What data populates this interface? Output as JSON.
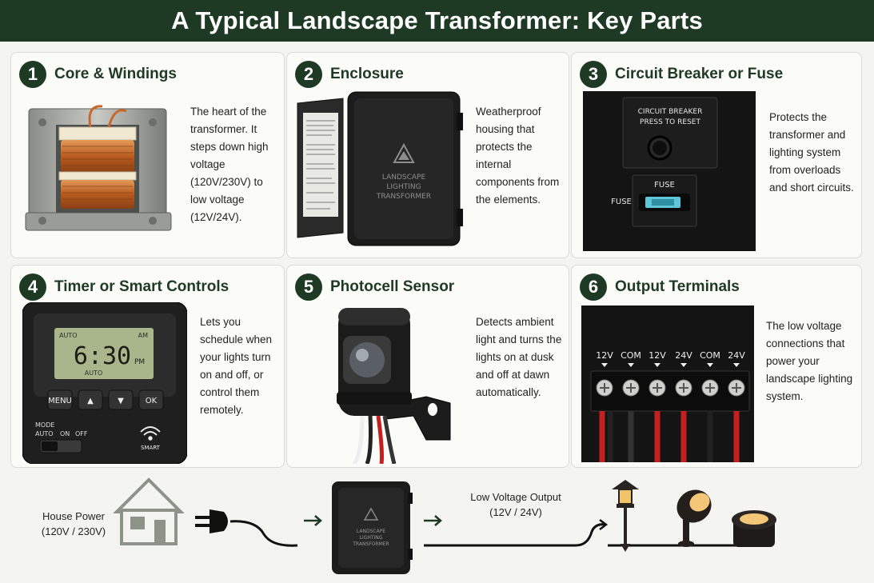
{
  "title": "A Typical Landscape Transformer: Key Parts",
  "colors": {
    "brand": "#1f3a24",
    "copper": "#c8692c",
    "black": "#1b1b1b",
    "red": "#c42020"
  },
  "cards": [
    {
      "number": "1",
      "title": "Core & Windings",
      "description": "The heart of the transformer. It steps down high voltage (120V/230V) to low voltage (12V/24V)."
    },
    {
      "number": "2",
      "title": "Enclosure",
      "description": "Weatherproof housing that protects the internal components from the elements.",
      "box_label": [
        "LANDSCAPE",
        "LIGHTING",
        "TRANSFORMER"
      ]
    },
    {
      "number": "3",
      "title": "Circuit Breaker or Fuse",
      "description": "Protects the transformer and lighting system from overloads and short circuits.",
      "breaker_label": [
        "CIRCUIT BREAKER",
        "PRESS TO RESET"
      ],
      "fuse_label_top": "FUSE",
      "fuse_label_side": "FUSE"
    },
    {
      "number": "4",
      "title": "Timer or Smart Controls",
      "description": "Lets you schedule when your lights turn on and off, or control them remotely.",
      "lcd": {
        "mode_top_left": "AUTO",
        "mode_top_right": "AM",
        "time": "6:30",
        "ampm": "PM",
        "mode_bottom": "AUTO"
      },
      "buttons": [
        "MENU",
        "▲",
        "▼",
        "OK"
      ],
      "mode_label": "MODE",
      "switch_labels": [
        "AUTO",
        "ON",
        "OFF"
      ],
      "smart_label": "SMART"
    },
    {
      "number": "5",
      "title": "Photocell Sensor",
      "description": "Detects ambient light and turns the lights on at dusk and off at dawn automatically."
    },
    {
      "number": "6",
      "title": "Output Terminals",
      "description": "The low voltage connections that power your landscape lighting system.",
      "terminals": [
        "12V",
        "COM",
        "12V",
        "24V",
        "COM",
        "24V"
      ]
    }
  ],
  "flow": {
    "house_power": "House Power",
    "house_voltage": "(120V / 230V)",
    "low_output": "Low Voltage Output",
    "low_voltage": "(12V / 24V)",
    "box_label": [
      "LANDSCAPE",
      "LIGHTING",
      "TRANSFORMER"
    ]
  }
}
